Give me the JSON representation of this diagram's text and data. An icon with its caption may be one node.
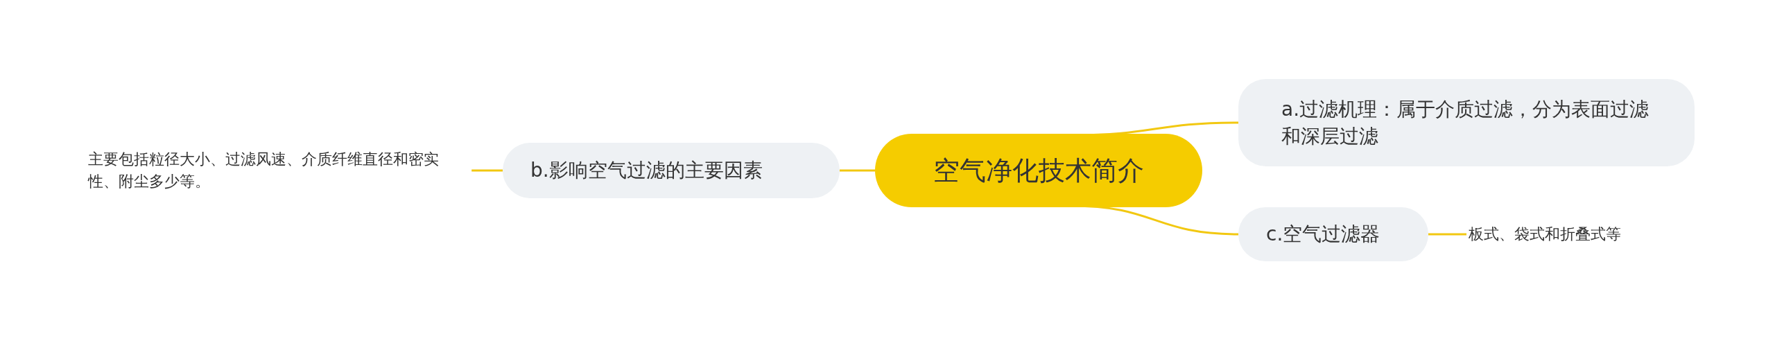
{
  "diagram": {
    "nodes": [
      {
        "text": [
          "空气净化技术简介"
        ]
      },
      {
        "text": [
          "a.过滤机理：属于介质过滤，分为表面过滤和深层过滤"
        ]
      },
      {
        "text": [
          "b.影响空气过滤的主要因素"
        ]
      },
      {
        "text": [
          "主要包括粒径大小、过滤风速、介质纤维直径和密实性、附尘多少等。"
        ]
      },
      {
        "text": [
          "c.空气过滤器"
        ]
      },
      {
        "text": [
          "板式、袋式和折叠式等"
        ]
      }
    ],
    "edges": [
      {
        "from": 0,
        "to": 1,
        "arrow": "none"
      },
      {
        "from": 0,
        "to": 2,
        "arrow": "none"
      },
      {
        "from": 2,
        "to": 3,
        "arrow": "none"
      },
      {
        "from": 0,
        "to": 4,
        "arrow": "none"
      },
      {
        "from": 4,
        "to": 5,
        "arrow": "none"
      }
    ]
  }
}
